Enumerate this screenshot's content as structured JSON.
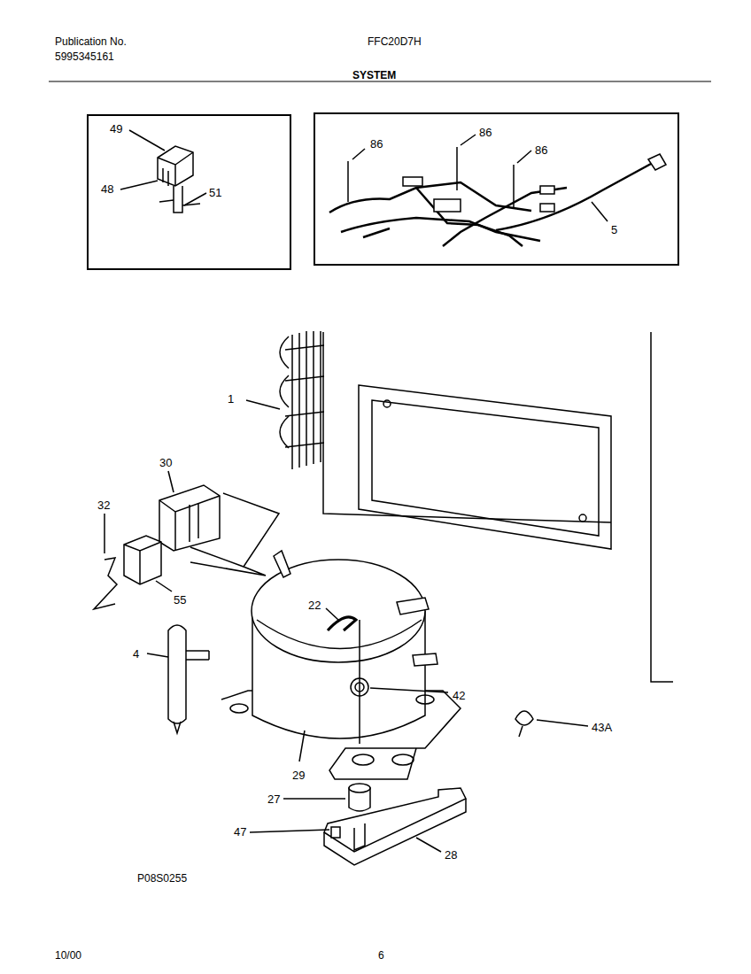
{
  "diagram": {
    "title": "SYSTEM",
    "labels": [
      "Publication No.",
      "5995345161",
      "FFC20D7H",
      "49",
      "48",
      "51",
      "86",
      "86",
      "86",
      "5",
      "1",
      "30",
      "32",
      "55",
      "4",
      "22",
      "42",
      "43A",
      "29",
      "27",
      "47",
      "28",
      "P08S0255",
      "10/00",
      "6"
    ]
  }
}
